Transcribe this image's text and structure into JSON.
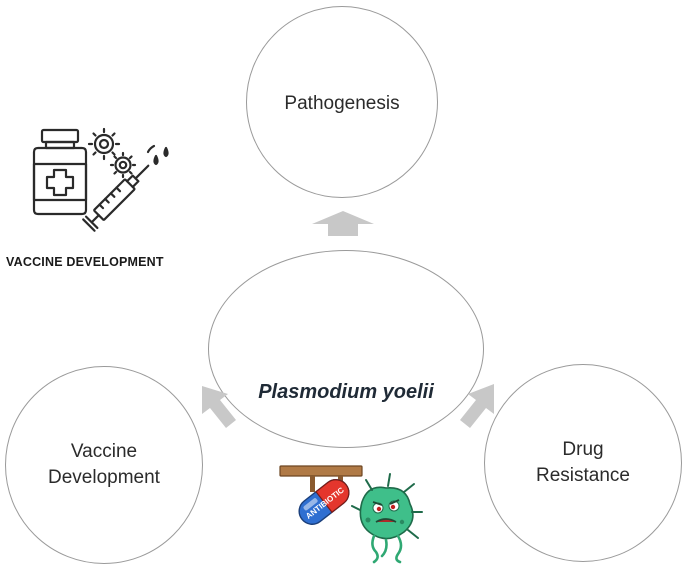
{
  "nodes": {
    "center": "Plasmodium yoelii",
    "top": "Pathogenesis",
    "left": [
      "Vaccine",
      "Development"
    ],
    "right": [
      "Drug",
      "Resistance"
    ]
  },
  "icons": {
    "vaccine": {
      "name": "vaccine-development-icon",
      "caption": "VACCINE DEVELOPMENT"
    },
    "drug": {
      "name": "antibiotic-capsule-vs-bacterium-icon",
      "capsule_text": "ANTIBIOTIC"
    }
  },
  "colors": {
    "circle_stroke": "#9a9a9a",
    "arrow": "#c8c8c8",
    "capsule_red": "#e4362d",
    "capsule_blue": "#2f6fd1",
    "bacterium": "#3fbf8a"
  }
}
